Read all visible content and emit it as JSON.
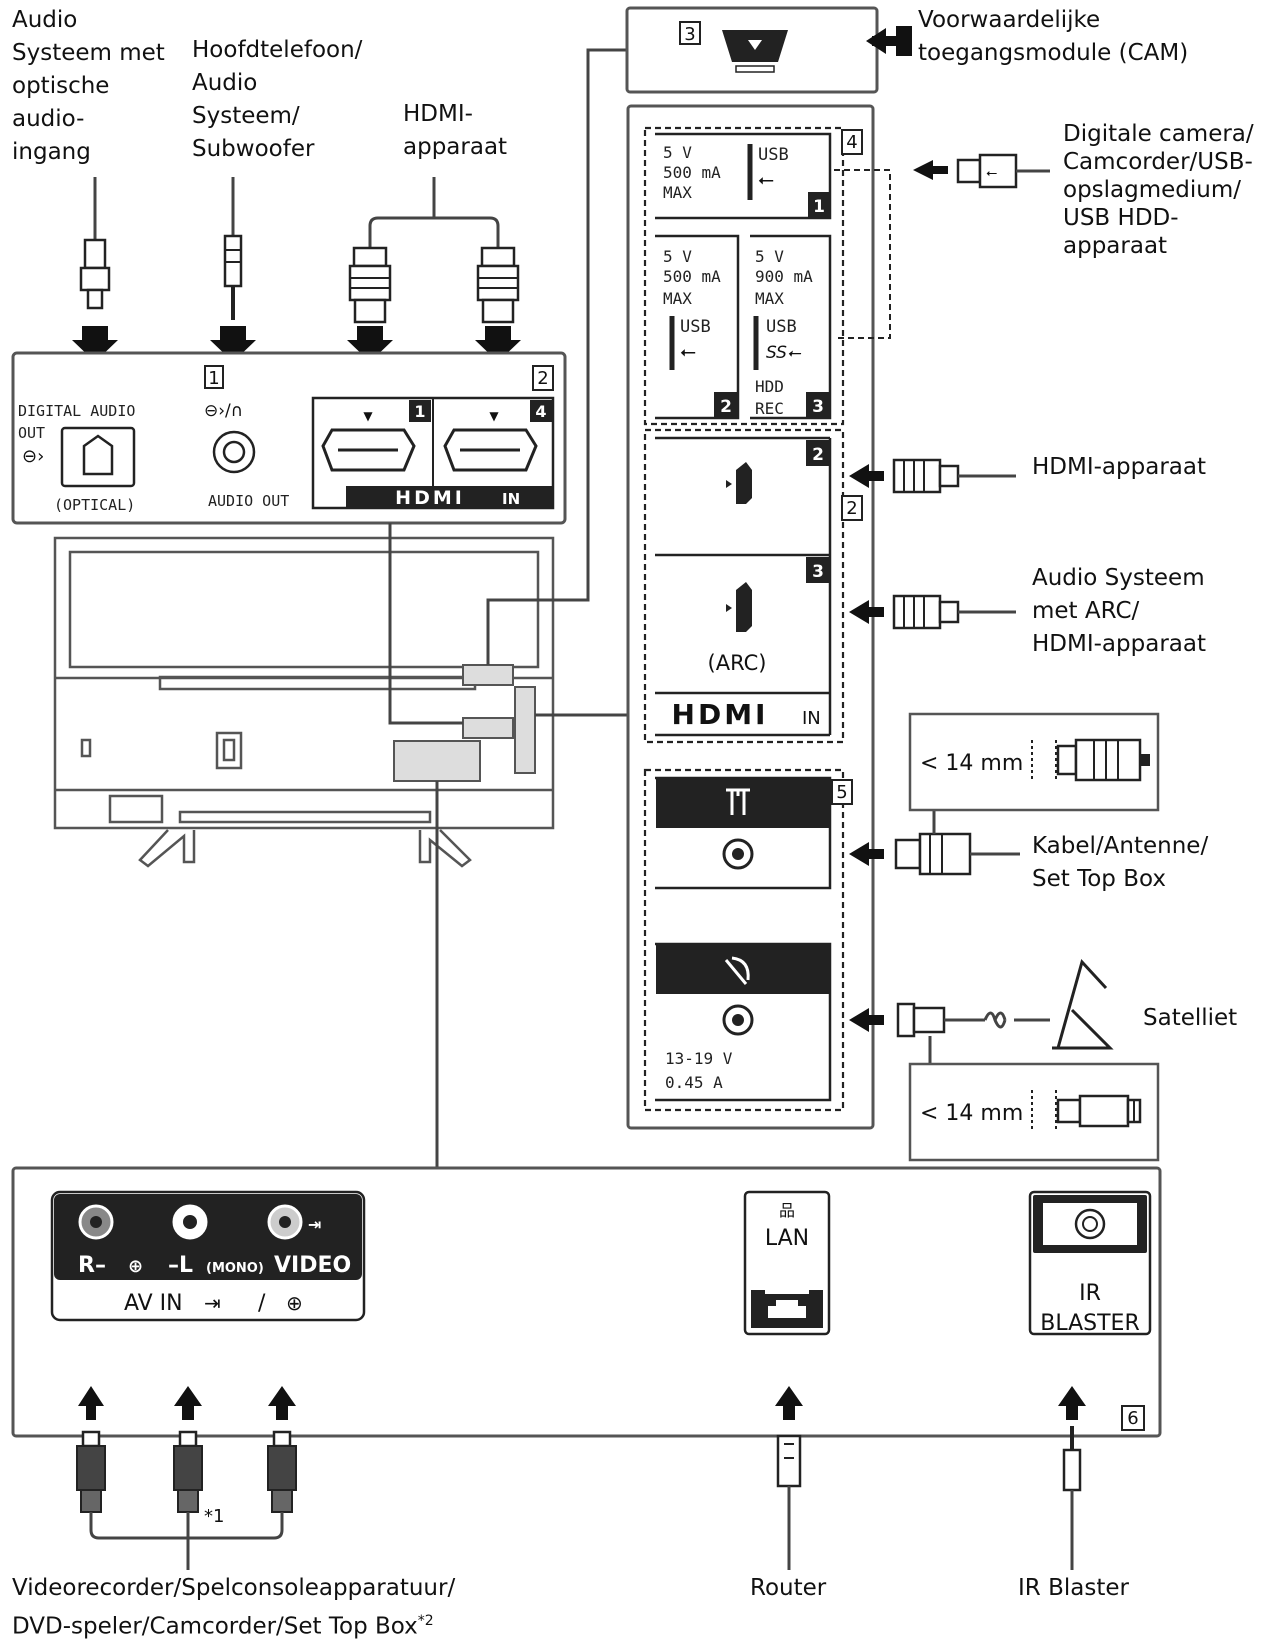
{
  "labels": {
    "audio_optical": [
      "Audio",
      "Systeem met",
      "optische",
      "audio-",
      "ingang"
    ],
    "headphone": [
      "Hoofdtelefoon/",
      "Audio",
      "Systeem/",
      "Subwoofer"
    ],
    "hdmi_top": [
      "HDMI-",
      "apparaat"
    ],
    "cam": [
      "Voorwaardelijke",
      "toegangsmodule (CAM)"
    ],
    "usb_devices": [
      "Digitale camera/",
      "Camcorder/USB-",
      "opslagmedium/",
      "USB HDD-",
      "apparaat"
    ],
    "hdmi_right": "HDMI-apparaat",
    "arc": [
      "Audio Systeem",
      "met ARC/",
      "HDMI-apparaat"
    ],
    "cable": [
      "Kabel/Antenne/",
      "Set Top Box"
    ],
    "satellite": "Satelliet",
    "bottom_left": [
      "Videorecorder/Spelconsoleapparatuur/",
      "DVD-speler/Camcorder/Set Top Box"
    ],
    "bottom_left_note": "*2",
    "note1": "*1",
    "router": "Router",
    "ir_blaster": "IR Blaster"
  },
  "callouts": {
    "c1": "1",
    "c2": "2",
    "c3": "3",
    "c4": "4",
    "c5": "5",
    "c6": "6"
  },
  "left_panel": {
    "digital_audio_out": [
      "DIGITAL AUDIO",
      "OUT"
    ],
    "optical": "(OPTICAL)",
    "audio_out": "AUDIO OUT",
    "hdmi_port_1": "1",
    "hdmi_port_4": "4",
    "hdmi_logo": "HDMI",
    "hdmi_in": "IN"
  },
  "usb": {
    "usb1": {
      "voltage": "5 V",
      "current": "500 mA",
      "max": "MAX",
      "label": "USB",
      "num": "1"
    },
    "usb2": {
      "voltage": "5 V",
      "current": "500 mA",
      "max": "MAX",
      "label": "USB",
      "num": "2"
    },
    "usb3": {
      "voltage": "5 V",
      "current": "900 mA",
      "max": "MAX",
      "label": "USB",
      "num": "3",
      "hdd": "HDD",
      "rec": "REC"
    }
  },
  "hdmi_right_panel": {
    "port2": "2",
    "port3": "3",
    "arc": "(ARC)",
    "logo": "HDMI",
    "in": "IN"
  },
  "antenna": {
    "size_note": "< 14 mm"
  },
  "satellite_panel": {
    "voltage": "13-19 V",
    "current": "0.45 A",
    "size_note": "< 14 mm"
  },
  "av_in": {
    "r": "R–",
    "l": "–L",
    "mono": "(MONO)",
    "video": "VIDEO",
    "label": "AV IN",
    "slash": "/"
  },
  "lan": "LAN",
  "ir": [
    "IR",
    "BLASTER"
  ]
}
